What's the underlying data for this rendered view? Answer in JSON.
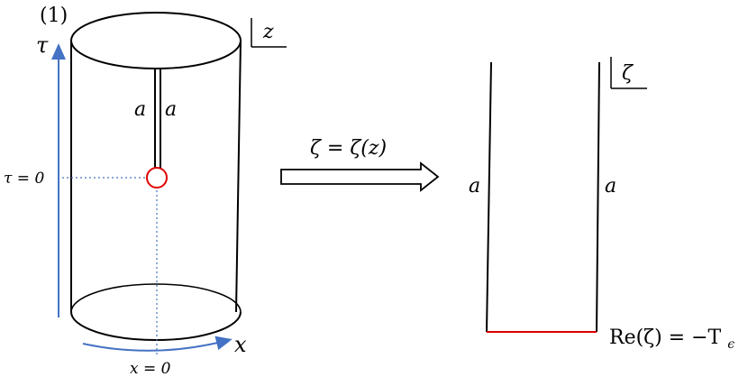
{
  "panel_label": "(1)",
  "left_plane_label": "z",
  "right_plane_label": "ζ",
  "axis_tau_label": "τ",
  "axis_x_label": "x",
  "tau_zero_label": "τ = 0",
  "x_zero_label": "x = 0",
  "cut_left_label": "a",
  "cut_right_label": "a",
  "map_label": "ζ = ζ(z)",
  "strip_left_label": "a",
  "strip_right_label": "a",
  "boundary_label": "Re(ζ) = −T",
  "boundary_subscript": "ϵ",
  "colors": {
    "ink": "#000000",
    "axis_blue": "#4472c4",
    "marker_red": "#e00000",
    "boundary_red": "#e00000"
  }
}
